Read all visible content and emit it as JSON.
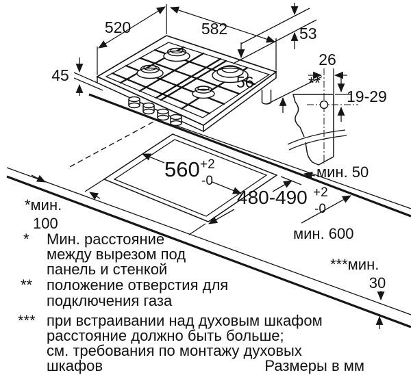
{
  "dims": {
    "hob_depth": "520",
    "hob_width": "582",
    "hob_profile_top": "53",
    "hob_height": "45",
    "hob_profile_bottom": "56",
    "gas_offset": "26",
    "gas_marker": "**",
    "gas_height_range": "19-29",
    "cutout_width": "560",
    "cutout_width_tol_plus": "+2",
    "cutout_width_tol_minus": "-0",
    "cutout_depth": "480-490",
    "cutout_depth_tol_plus": "+2",
    "cutout_depth_tol_minus": "-0",
    "clearance_rear": "мин. 50",
    "clearance_side_prefix": "*мин.",
    "clearance_side_value": "100",
    "clearance_front": "мин. 600",
    "clearance_below_prefix": "***мин.",
    "clearance_below_value": "30"
  },
  "footnotes": [
    {
      "marker": "*",
      "line1": "Мин. расстояние",
      "line2": "между вырезом под",
      "line3": "панель и стенкой"
    },
    {
      "marker": "**",
      "line1": "положение отверстия для",
      "line2": "подключения газа"
    },
    {
      "marker": "***",
      "line1": "при встраивании над духовым шкафом",
      "line2": "расстояние должно быть больше;",
      "line3": "см. требования по монтажу духовых",
      "line4": "шкафов"
    }
  ],
  "units_note": "Размеры в мм"
}
